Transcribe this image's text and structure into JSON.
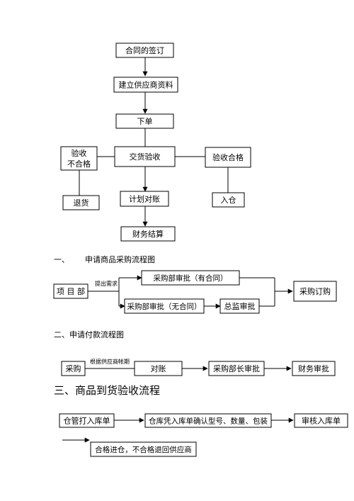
{
  "flow1": {
    "contract": "合同的签订",
    "supplier_info": "建立供应商资料",
    "place_order": "下单",
    "delivery_inspection": "交货验收",
    "reject_line1": "验收",
    "reject_line2": "不合格",
    "pass": "验收合格",
    "return_goods": "退货",
    "plan_reconcile": "计划对账",
    "warehousing": "入仓",
    "financial_settlement": "财务结算"
  },
  "section1": {
    "number": "一、",
    "title": "申请商品采购流程图",
    "project_dept": "项 目 部",
    "requirement_label": "提出需求",
    "with_contract": "采购部审批（有合同）",
    "without_contract": "采购部审批（无合同）",
    "director_approval": "总监审批",
    "purchase_order": "采购订购"
  },
  "section2": {
    "title": "二、申请付款流程图",
    "purchase": "采购",
    "supplier_account_label": "根据供应商帐期",
    "reconcile": "对账",
    "purchase_head_approval": "采购部长审批",
    "finance_approval": "财务审批"
  },
  "section3": {
    "title": "三、商品到货验收流程",
    "warehouse_slip": "仓管打入库单",
    "warehouse_confirm": "仓库凭入库单确认型号、数量、包装",
    "review_slip": "审核入库单",
    "result": "合格进仓，不合格退回供应商"
  }
}
